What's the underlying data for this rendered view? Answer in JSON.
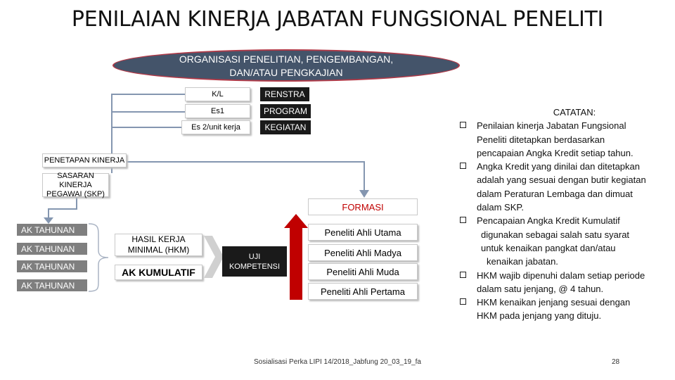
{
  "title": "PENILAIAN KINERJA JABATAN FUNGSIONAL PENELITI",
  "organisasi": {
    "line1": "ORGANISASI PENELITIAN, PENGEMBANGAN,",
    "line2": "DAN/ATAU PENGKAJIAN"
  },
  "levels": [
    {
      "unit": "K/L",
      "doc": "RENSTRA"
    },
    {
      "unit": "Es1",
      "doc": "PROGRAM"
    },
    {
      "unit": "Es 2/unit kerja",
      "doc": "KEGIATAN"
    }
  ],
  "penetapan": "PENETAPAN KINERJA",
  "sasaran": {
    "line1": "SASARAN KINERJA",
    "line2": "PEGAWAI (SKP)"
  },
  "ak_tahunan": [
    "AK TAHUNAN",
    "AK TAHUNAN",
    "AK TAHUNAN",
    "AK TAHUNAN"
  ],
  "hkm": {
    "line1": "HASIL KERJA",
    "line2": "MINIMAL (HKM)"
  },
  "ak_kumulatif": "AK KUMULATIF",
  "uji": {
    "line1": "UJI",
    "line2": "KOMPETENSI"
  },
  "formasi": "FORMASI",
  "jenjang": [
    "Peneliti Ahli Utama",
    "Peneliti Ahli Madya",
    "Peneliti Ahli Muda",
    "Peneliti Ahli Pertama"
  ],
  "catatan": {
    "heading": "CATATAN:",
    "items": [
      [
        "Penilaian kinerja Jabatan Fungsional",
        "Peneliti ditetapkan berdasarkan",
        "pencapaian Angka Kredit setiap tahun."
      ],
      [
        "Angka Kredit yang dinilai dan ditetapkan",
        "adalah yang sesuai dengan butir kegiatan",
        "dalam Peraturan Lembaga dan dimuat",
        "dalam SKP."
      ],
      [
        "Pencapaian Angka Kredit Kumulatif",
        "digunakan sebagai salah satu syarat",
        "untuk kenaikan pangkat dan/atau",
        "kenaikan jabatan."
      ],
      [
        "HKM wajib dipenuhi dalam setiap periode",
        "dalam satu jenjang, @ 4 tahun."
      ],
      [
        "HKM kenaikan jenjang sesuai dengan",
        "HKM pada jenjang yang dituju."
      ]
    ]
  },
  "footer": "Sosialisasi Perka LIPI 14/2018_Jabfung 20_03_19_fa",
  "page_number": "28",
  "colors": {
    "oval_fill": "#44546a",
    "oval_border": "#b03a48",
    "formasi_text": "#c00000",
    "connector": "#8496b0",
    "arrow_red": "#c00000"
  }
}
